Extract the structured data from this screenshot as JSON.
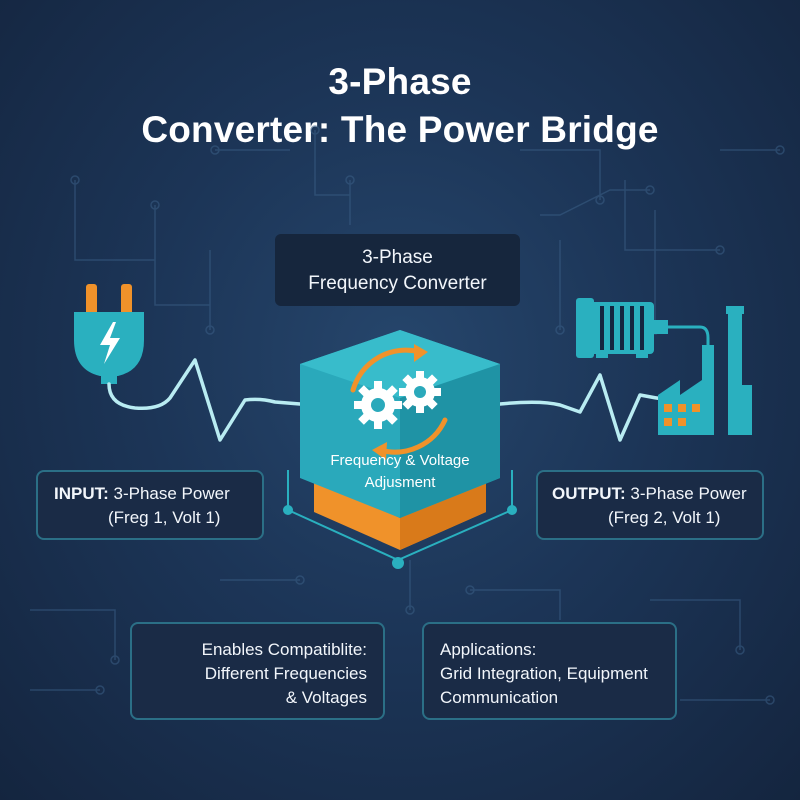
{
  "title": {
    "line1": "3-Phase",
    "line2": "Converter: The Power Bridge"
  },
  "converter_box": {
    "line1": "3-Phase",
    "line2": "Frequency Converter"
  },
  "cube": {
    "line1": "Frequency & Voltage",
    "line2": "Adjusment"
  },
  "input": {
    "label": "INPUT:",
    "text": "3-Phase Power",
    "detail": "(Freg 1, Volt 1)"
  },
  "output": {
    "label": "OUTPUT:",
    "text": "3-Phase Power",
    "detail": "(Freg 2, Volt 1)"
  },
  "compatibility": {
    "line1": "Enables Compatiblite:",
    "line2": "Different Frequencies",
    "line3": "& Voltages"
  },
  "applications": {
    "line1": "Applications:",
    "line2": "Grid Integration, Equipment",
    "line3": "Communication"
  },
  "colors": {
    "background": "#1c3557",
    "teal": "#2ab0bf",
    "orange": "#f0922a",
    "card_border": "#2b6f86"
  },
  "icons": [
    "plug-icon",
    "gear-icon",
    "motor-icon",
    "factory-icon"
  ]
}
